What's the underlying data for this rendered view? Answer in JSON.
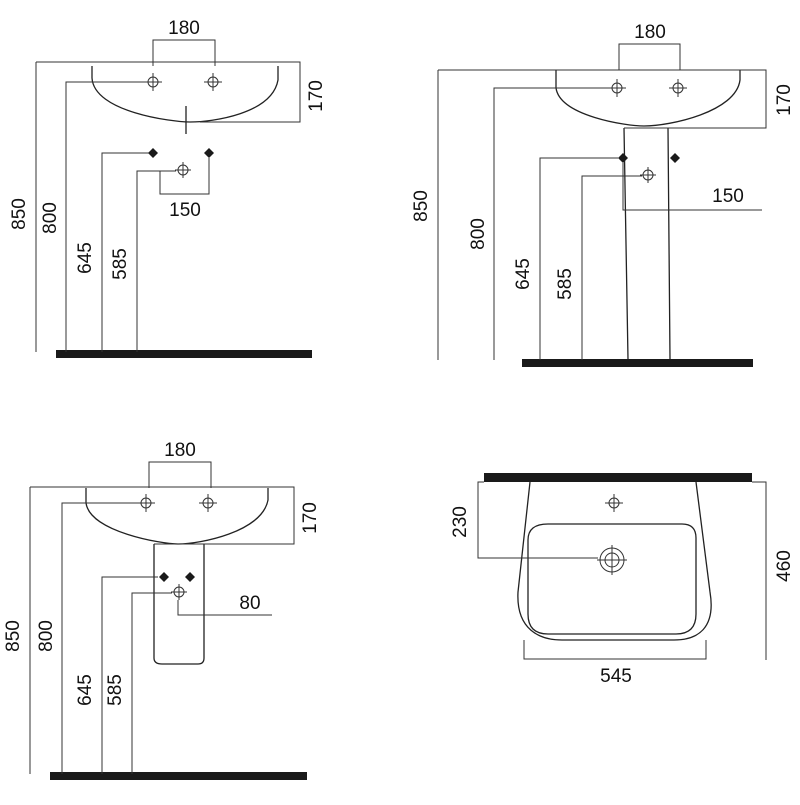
{
  "views": {
    "wall_basin": {
      "tap_spacing": "180",
      "basin_depth": "170",
      "outlet_spacing": "150",
      "total_height": "850",
      "rim_height": "800",
      "supply_height": "645",
      "drain_height": "585"
    },
    "pedestal_basin": {
      "tap_spacing": "180",
      "basin_depth": "170",
      "outlet_spacing": "150",
      "total_height": "850",
      "rim_height": "800",
      "supply_height": "645",
      "drain_height": "585"
    },
    "semi_pedestal_basin": {
      "tap_spacing": "180",
      "basin_depth": "170",
      "outlet_spacing": "80",
      "total_height": "850",
      "rim_height": "800",
      "supply_height": "645",
      "drain_height": "585"
    },
    "top_view": {
      "drain_offset": "230",
      "depth": "460",
      "width": "545"
    }
  }
}
